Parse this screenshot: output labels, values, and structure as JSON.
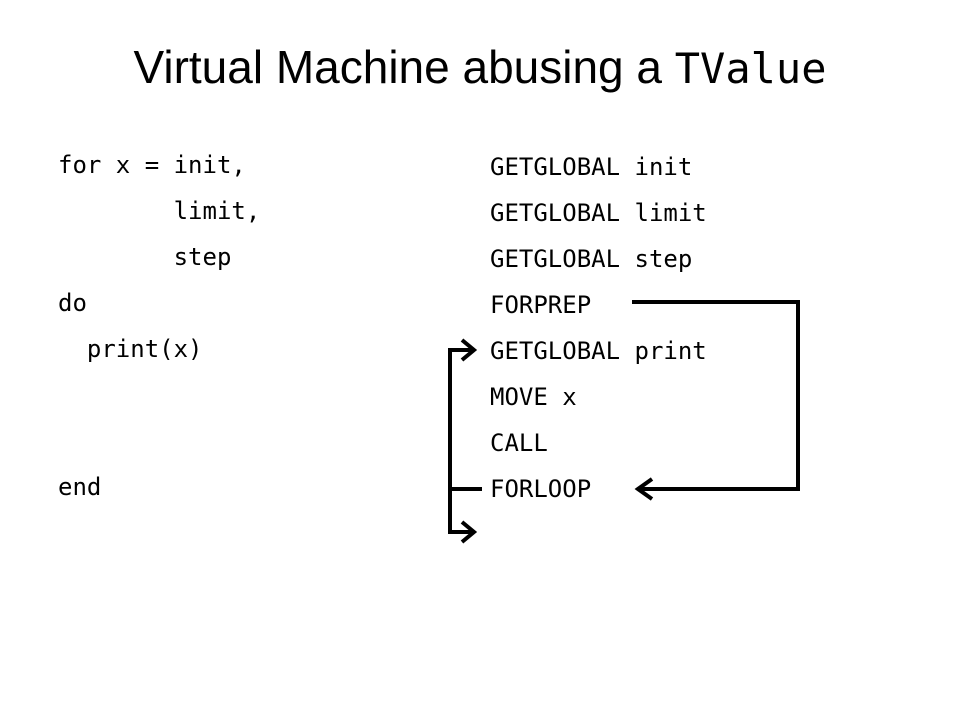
{
  "title": {
    "prefix": "Virtual Machine abusing a ",
    "code": "TValue"
  },
  "source_code": {
    "lines": [
      "for x = init,",
      "        limit,",
      "        step",
      "do",
      "  print(x)",
      "end"
    ]
  },
  "bytecode": {
    "lines": [
      "GETGLOBAL init",
      "GETGLOBAL limit",
      "GETGLOBAL step",
      "FORPREP",
      "GETGLOBAL print",
      "MOVE x",
      "CALL",
      "FORLOOP"
    ]
  },
  "colors": {
    "text": "#000000",
    "background": "#ffffff",
    "arrow": "#000000"
  }
}
